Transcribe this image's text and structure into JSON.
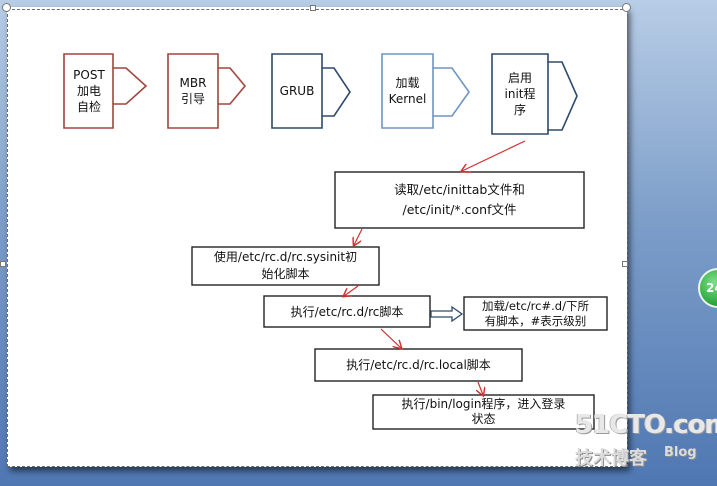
{
  "boot_stages": [
    {
      "id": "post",
      "label": "POST\n加电\n自检",
      "color": "#a0463c"
    },
    {
      "id": "mbr",
      "label": "MBR\n引导",
      "color": "#a0463c"
    },
    {
      "id": "grub",
      "label": "GRUB",
      "color": "#2e4a6b"
    },
    {
      "id": "kernel",
      "label": "加载\nKernel",
      "color": "#7095c0"
    },
    {
      "id": "init",
      "label": "启用\ninit程\n序",
      "color": "#2e4a6b"
    }
  ],
  "steps": {
    "read_inittab": "读取/etc/inittab文件和\n/etc/init/*.conf文件",
    "sysinit": "使用/etc/rc.d/rc.sysinit初\n始化脚本",
    "rc": "执行/etc/rc.d/rc脚本",
    "rc_levels": "加载/etc/rc#.d/下所\n有脚本，#表示级别",
    "rc_local": "执行/etc/rc.d/rc.local脚本",
    "login": "执行/bin/login程序，进入登录\n状态"
  },
  "colors": {
    "flow_arrow": "#d03030",
    "box_border": "#222222",
    "hollow_arrow": "#2e4a6b"
  },
  "watermark": {
    "site": "51CTO.com",
    "sub": "技术博客",
    "blog": "Blog"
  },
  "slide_badge": "24"
}
